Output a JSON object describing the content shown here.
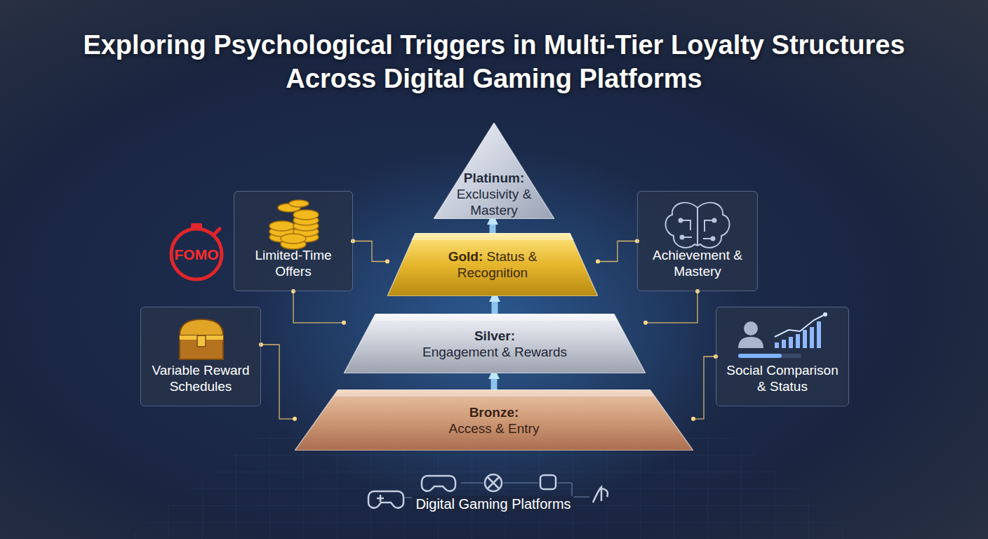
{
  "diagram": {
    "title": "Exploring Psychological Triggers in Multi-Tier Loyalty Structures Across Digital Gaming Platforms",
    "nodes": [
      {
        "text": [
          "Platinum:",
          "Exclusivity & Mastery"
        ]
      },
      {
        "text": [
          "Gold:",
          "Status & Recognition"
        ]
      },
      {
        "text": [
          "Silver:",
          "Engagement & Rewards"
        ]
      },
      {
        "text": [
          "Bronze:",
          "Access & Entry"
        ]
      },
      {
        "text": [
          "Limited-Time Offers"
        ]
      },
      {
        "text": [
          "Achievement & Mastery"
        ]
      },
      {
        "text": [
          "Variable Reward Schedules"
        ]
      },
      {
        "text": [
          "Social Comparison & Status"
        ]
      }
    ],
    "edges": [
      {
        "from": 3,
        "to": 2,
        "arrow": "to"
      },
      {
        "from": 2,
        "to": 1,
        "arrow": "to"
      },
      {
        "from": 1,
        "to": 0,
        "arrow": "to"
      },
      {
        "from": 4,
        "to": 1,
        "arrow": "none"
      },
      {
        "from": 4,
        "to": 2,
        "arrow": "none"
      },
      {
        "from": 5,
        "to": 1,
        "arrow": "none"
      },
      {
        "from": 5,
        "to": 2,
        "arrow": "none"
      },
      {
        "from": 6,
        "to": 3,
        "arrow": "none"
      },
      {
        "from": 7,
        "to": 3,
        "arrow": "none"
      }
    ],
    "labels": [
      "FOMO",
      "Digital Gaming Platforms"
    ]
  }
}
